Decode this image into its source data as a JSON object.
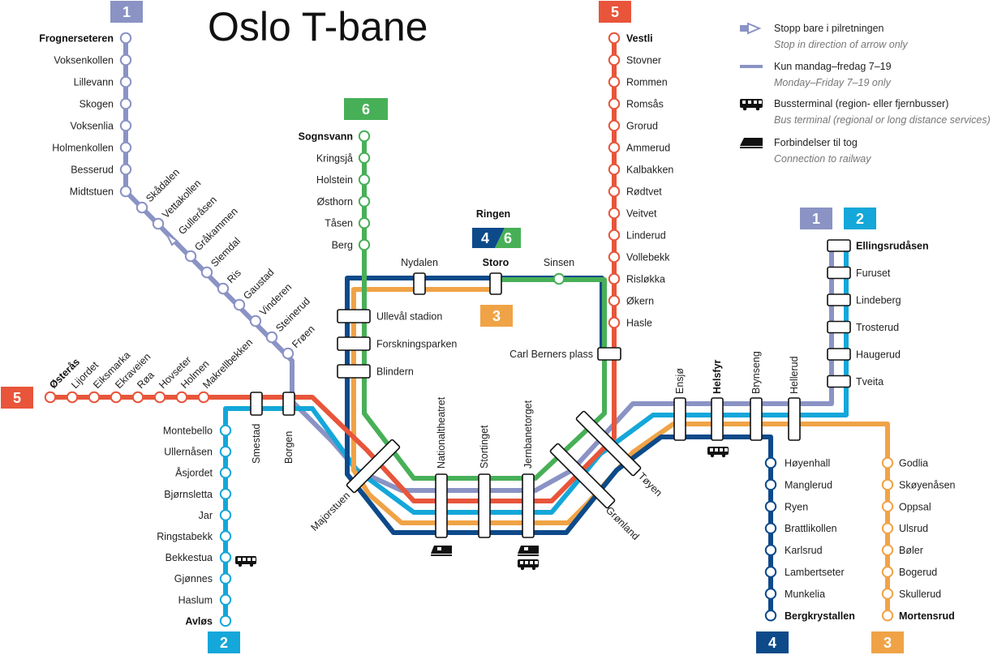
{
  "title": "Oslo T-bane",
  "colors": {
    "line1": "#8a93c4",
    "line2": "#14a7d9",
    "line3": "#f0a346",
    "line4": "#0d4a8a",
    "line5": "#e8553a",
    "line6": "#47b057"
  },
  "badges": {
    "l1_top": "1",
    "l5_top": "5",
    "l6_top": "6",
    "l5_left": "5",
    "l1_right": "1",
    "l2_right": "2",
    "l3_center": "3",
    "l2_bottom": "2",
    "l4_bottom": "4",
    "l3_bottom": "3",
    "ringen_4": "4",
    "ringen_6": "6"
  },
  "ringen_label": "Ringen",
  "legend": [
    {
      "icon": "arrow-stop-icon",
      "text": "Stopp bare i pilretningen",
      "sub": "Stop in direction of arrow only"
    },
    {
      "icon": "weekday-line-icon",
      "text": "Kun mandag–fredag 7–19",
      "sub": "Monday–Friday 7–19 only"
    },
    {
      "icon": "bus-icon",
      "text": "Bussterminal (region- eller fjernbusser)",
      "sub": "Bus terminal (regional or long distance services)"
    },
    {
      "icon": "train-icon",
      "text": "Forbindelser til tog",
      "sub": "Connection to railway"
    }
  ],
  "stations": {
    "line1_west": [
      "Frognerseteren",
      "Voksenkollen",
      "Lillevann",
      "Skogen",
      "Voksenlia",
      "Holmenkollen",
      "Besserud",
      "Midtstuen"
    ],
    "line1_diag": [
      "Skådalen",
      "Vettakollen",
      "Gulleråsen",
      "Gråkammen",
      "Slemdal",
      "Ris",
      "Gaustad",
      "Vinderen",
      "Steinerud",
      "Frøen"
    ],
    "line5_west": [
      "Østerås",
      "Lijordet",
      "Eiksmarka",
      "Ekraveien",
      "Røa",
      "Hovseter",
      "Holmen",
      "Makrellbekken"
    ],
    "line2_west": [
      "Montebello",
      "Ullernåsen",
      "Åsjordet",
      "Bjørnsletta",
      "Jar",
      "Ringstabekk",
      "Bekkestua",
      "Gjønnes",
      "Haslum",
      "Avløs"
    ],
    "west_shared": [
      "Smestad",
      "Borgen"
    ],
    "line6_north": [
      "Sognsvann",
      "Kringsjå",
      "Holstein",
      "Østhorn",
      "Tåsen",
      "Berg"
    ],
    "ring_west": [
      "Ullevål stadion",
      "Forskningsparken",
      "Blindern"
    ],
    "ring_north": [
      "Nydalen",
      "Storo",
      "Sinsen"
    ],
    "carl_berner": "Carl Berners plass",
    "line5_north": [
      "Vestli",
      "Stovner",
      "Rommen",
      "Romsås",
      "Grorud",
      "Ammerud",
      "Kalbakken",
      "Rødtvet",
      "Veitvet",
      "Linderud",
      "Vollebekk",
      "Risløkka",
      "Økern",
      "Hasle"
    ],
    "center": [
      "Majorstuen",
      "Nationaltheatret",
      "Stortinget",
      "Jernbanetorget",
      "Grønland",
      "Tøyen"
    ],
    "east_shared": [
      "Ensjø",
      "Helsfyr",
      "Brynseng",
      "Hellerud"
    ],
    "line12_east": [
      "Ellingsrudåsen",
      "Furuset",
      "Lindeberg",
      "Trosterud",
      "Haugerud",
      "Tveita"
    ],
    "line4_south": [
      "Høyenhall",
      "Manglerud",
      "Ryen",
      "Brattlikollen",
      "Karlsrud",
      "Lambertseter",
      "Munkelia",
      "Bergkrystallen"
    ],
    "line3_south": [
      "Godlia",
      "Skøyenåsen",
      "Oppsal",
      "Ulsrud",
      "Bøler",
      "Bogerud",
      "Skullerud",
      "Mortensrud"
    ]
  }
}
